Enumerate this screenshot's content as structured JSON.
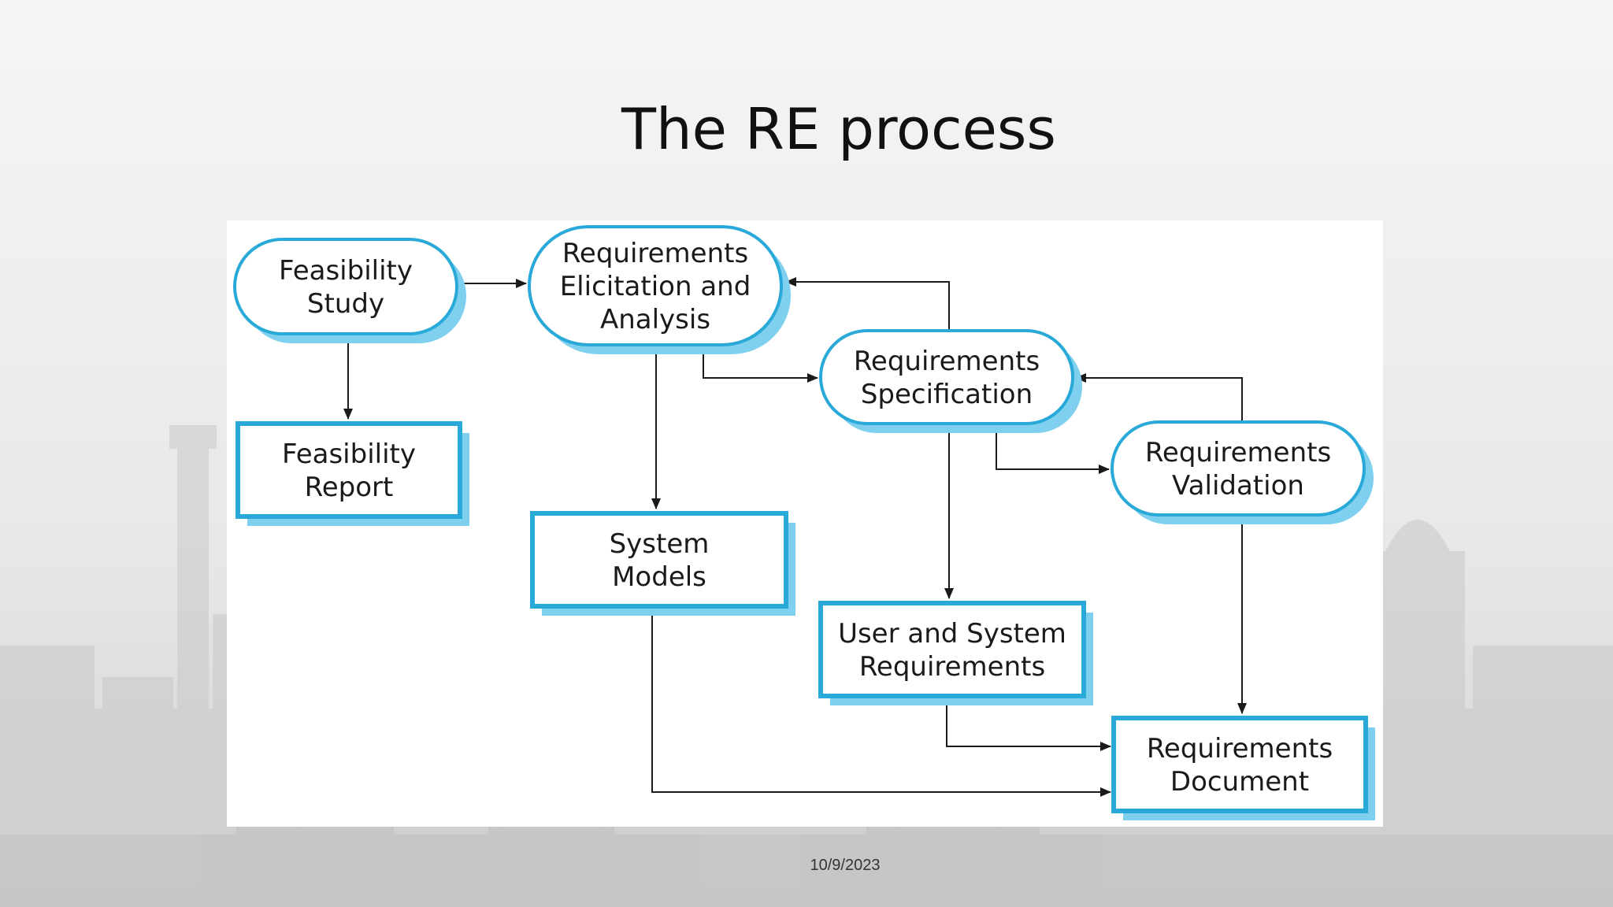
{
  "slide": {
    "title": "The RE process",
    "footer_date": "10/9/2023"
  },
  "colors": {
    "accent": "#29a9d8",
    "shadow": "#7fd0ee",
    "line": "#1a1a1a"
  },
  "diagram": {
    "nodes": [
      {
        "id": "feasibility-study",
        "shape": "rounded",
        "lines": [
          "Feasibility",
          "Study"
        ]
      },
      {
        "id": "feasibility-report",
        "shape": "rect",
        "lines": [
          "Feasibility",
          "Report"
        ]
      },
      {
        "id": "elicitation",
        "shape": "rounded",
        "lines": [
          "Requirements",
          "Elicitation and",
          "Analysis"
        ]
      },
      {
        "id": "system-models",
        "shape": "rect",
        "lines": [
          "System",
          "Models"
        ]
      },
      {
        "id": "specification",
        "shape": "rounded",
        "lines": [
          "Requirements",
          "Specification"
        ]
      },
      {
        "id": "user-system-req",
        "shape": "rect",
        "lines": [
          "User and System",
          "Requirements"
        ]
      },
      {
        "id": "validation",
        "shape": "rounded",
        "lines": [
          "Requirements",
          "Validation"
        ]
      },
      {
        "id": "req-document",
        "shape": "rect",
        "lines": [
          "Requirements",
          "Document"
        ]
      }
    ],
    "edges": [
      {
        "from": "feasibility-study",
        "to": "elicitation"
      },
      {
        "from": "feasibility-study",
        "to": "feasibility-report"
      },
      {
        "from": "elicitation",
        "to": "system-models"
      },
      {
        "from": "elicitation",
        "to": "specification"
      },
      {
        "from": "specification",
        "to": "elicitation"
      },
      {
        "from": "specification",
        "to": "user-system-req"
      },
      {
        "from": "specification",
        "to": "validation"
      },
      {
        "from": "validation",
        "to": "specification"
      },
      {
        "from": "validation",
        "to": "req-document"
      },
      {
        "from": "user-system-req",
        "to": "req-document"
      },
      {
        "from": "system-models",
        "to": "req-document"
      }
    ]
  }
}
